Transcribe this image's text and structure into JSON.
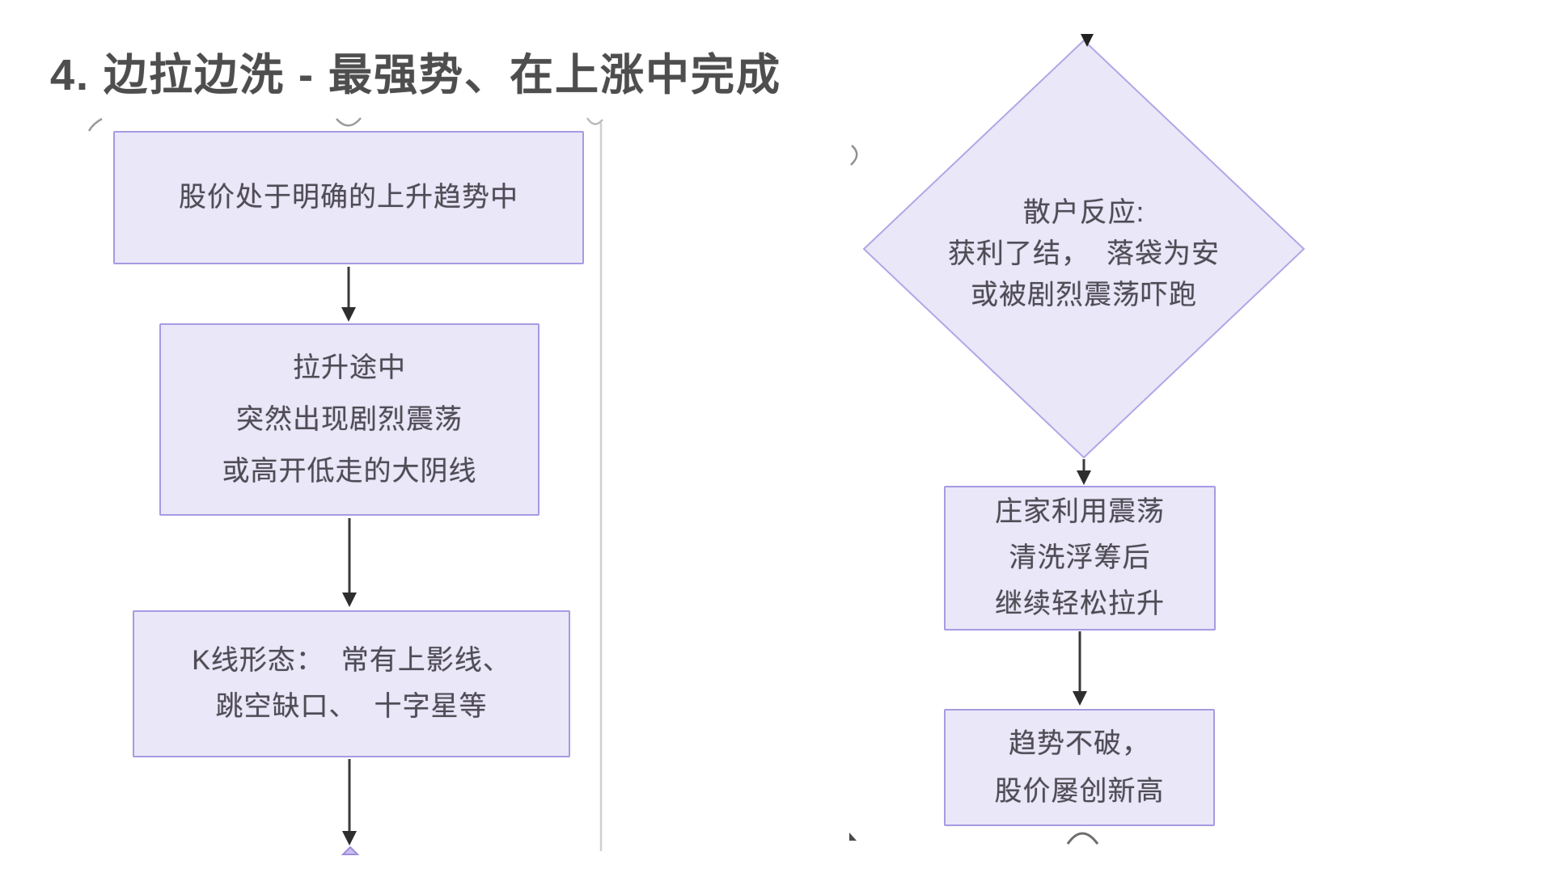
{
  "title": "4. 边拉边洗 - 最强势、在上涨中完成",
  "colors": {
    "node_fill": "#eae7f8",
    "node_border": "#a79ae2",
    "diamond_border": "#b2a6e7",
    "node_text": "#4f4c56",
    "title_text": "#4e4e4e",
    "arrow": "#3a3a3a",
    "guide_line": "#d0d0d0"
  },
  "flow": {
    "left": [
      {
        "name": "uptrend",
        "type": "rect",
        "lines": [
          "股价处于明确的上升趋势中"
        ]
      },
      {
        "name": "shakeout-during-rally",
        "type": "rect",
        "lines": [
          "拉升途中",
          "突然出现剧烈震荡",
          "或高开低走的大阴线"
        ]
      },
      {
        "name": "kline-patterns",
        "type": "rect",
        "lines": [
          "K线形态：  常有上影线、",
          "跳空缺口、  十字星等"
        ]
      }
    ],
    "right": [
      {
        "name": "retail-reaction",
        "type": "diamond",
        "lines": [
          "散户反应:",
          "获利了结，  落袋为安",
          "或被剧烈震荡吓跑"
        ]
      },
      {
        "name": "banker-washout",
        "type": "rect",
        "lines": [
          "庄家利用震荡",
          "清洗浮筹后",
          "继续轻松拉升"
        ]
      },
      {
        "name": "trend-intact",
        "type": "rect",
        "lines": [
          "趋势不破，",
          "股价屡创新高"
        ]
      }
    ]
  }
}
